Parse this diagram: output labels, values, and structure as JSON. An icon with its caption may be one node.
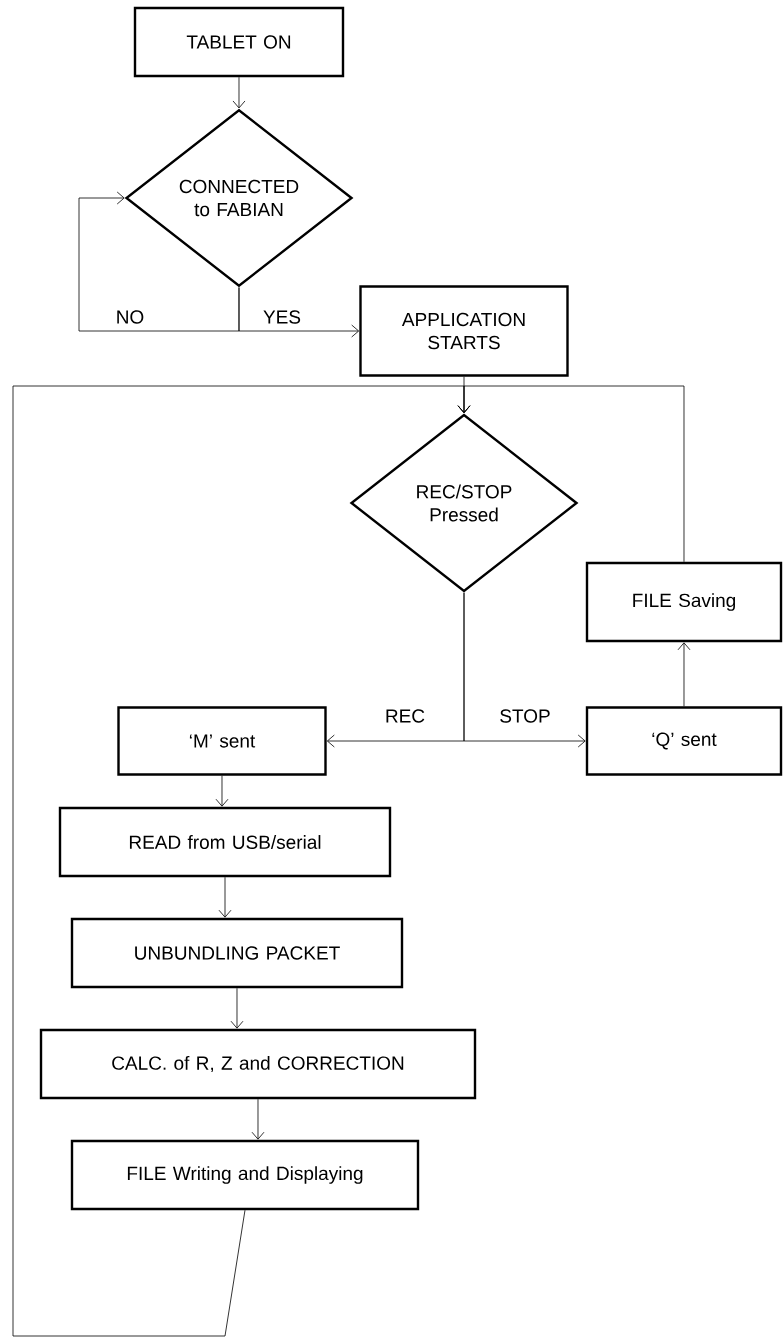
{
  "diagram": {
    "nodes": [
      {
        "text": [
          "TABLET ON"
        ]
      },
      {
        "text": [
          "CONNECTED to FABIAN"
        ]
      },
      {
        "text": [
          "APPLICATION STARTS"
        ]
      },
      {
        "text": [
          "REC/STOP Pressed"
        ]
      },
      {
        "text": [
          "FILE Saving"
        ]
      },
      {
        "text": [
          "‘M’ sent"
        ]
      },
      {
        "text": [
          "‘Q’ sent"
        ]
      },
      {
        "text": [
          "READ from USB/serial"
        ]
      },
      {
        "text": [
          "UNBUNDLING PACKET"
        ]
      },
      {
        "text": [
          "CALC. of R, Z and CORRECTION"
        ]
      },
      {
        "text": [
          "FILE Writing and Displaying"
        ]
      }
    ],
    "edges": [
      {
        "from": 0,
        "to": 1,
        "arrow": "to"
      },
      {
        "from": 1,
        "to": 1,
        "arrow": "to",
        "label": "NO"
      },
      {
        "from": 1,
        "to": 2,
        "arrow": "to",
        "label": "YES"
      },
      {
        "from": 2,
        "to": 3,
        "arrow": "to"
      },
      {
        "from": 3,
        "to": 5,
        "arrow": "to",
        "label": "REC"
      },
      {
        "from": 3,
        "to": 6,
        "arrow": "to",
        "label": "STOP"
      },
      {
        "from": 6,
        "to": 4,
        "arrow": "to"
      },
      {
        "from": 4,
        "to": 3,
        "arrow": "to"
      },
      {
        "from": 5,
        "to": 7,
        "arrow": "to"
      },
      {
        "from": 7,
        "to": 8,
        "arrow": "to"
      },
      {
        "from": 8,
        "to": 9,
        "arrow": "to"
      },
      {
        "from": 9,
        "to": 10,
        "arrow": "to"
      },
      {
        "from": 10,
        "to": 3,
        "arrow": "to"
      }
    ]
  }
}
